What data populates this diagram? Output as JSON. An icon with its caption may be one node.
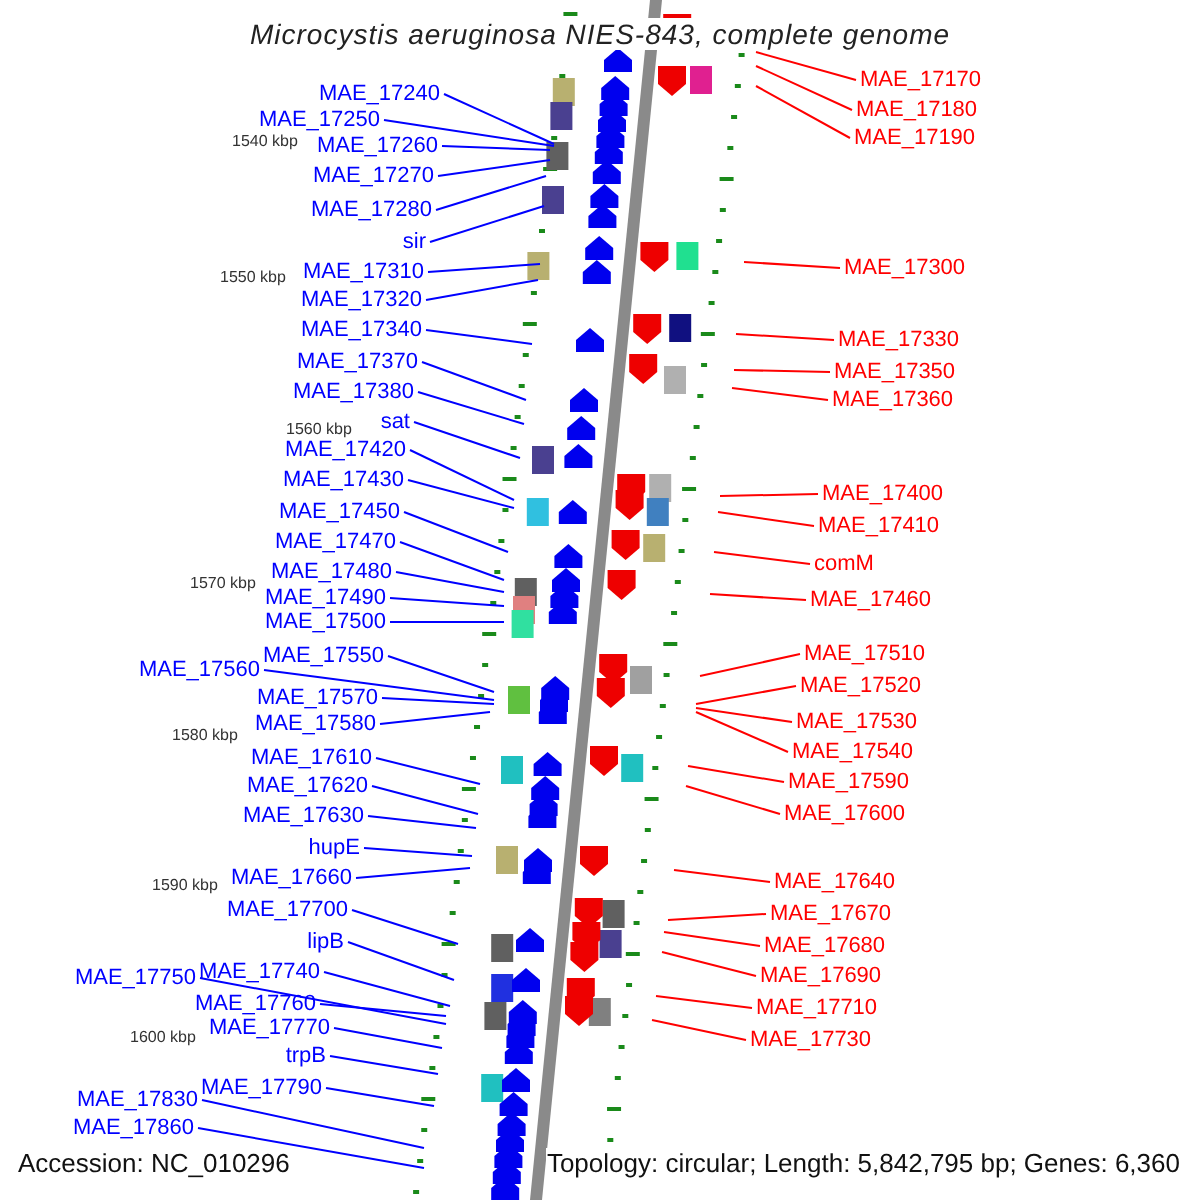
{
  "diagram": {
    "title": "Microcystis aeruginosa NIES-843, complete genome",
    "nodes": [
      {
        "text": [
          "MAE_17240"
        ]
      },
      {
        "text": [
          "MAE_17250"
        ]
      },
      {
        "text": [
          "MAE_17260"
        ]
      },
      {
        "text": [
          "MAE_17270"
        ]
      },
      {
        "text": [
          "MAE_17280"
        ]
      },
      {
        "text": [
          "sir"
        ]
      },
      {
        "text": [
          "MAE_17310"
        ]
      },
      {
        "text": [
          "MAE_17320"
        ]
      },
      {
        "text": [
          "MAE_17340"
        ]
      },
      {
        "text": [
          "MAE_17370"
        ]
      },
      {
        "text": [
          "MAE_17380"
        ]
      },
      {
        "text": [
          "sat"
        ]
      },
      {
        "text": [
          "MAE_17420"
        ]
      },
      {
        "text": [
          "MAE_17430"
        ]
      },
      {
        "text": [
          "MAE_17450"
        ]
      },
      {
        "text": [
          "MAE_17470"
        ]
      },
      {
        "text": [
          "MAE_17480"
        ]
      },
      {
        "text": [
          "MAE_17490"
        ]
      },
      {
        "text": [
          "MAE_17500"
        ]
      },
      {
        "text": [
          "MAE_17550"
        ]
      },
      {
        "text": [
          "MAE_17560"
        ]
      },
      {
        "text": [
          "MAE_17570"
        ]
      },
      {
        "text": [
          "MAE_17580"
        ]
      },
      {
        "text": [
          "MAE_17610"
        ]
      },
      {
        "text": [
          "MAE_17620"
        ]
      },
      {
        "text": [
          "MAE_17630"
        ]
      },
      {
        "text": [
          "hupE"
        ]
      },
      {
        "text": [
          "MAE_17660"
        ]
      },
      {
        "text": [
          "MAE_17700"
        ]
      },
      {
        "text": [
          "lipB"
        ]
      },
      {
        "text": [
          "MAE_17750"
        ]
      },
      {
        "text": [
          "MAE_17740"
        ]
      },
      {
        "text": [
          "MAE_17760"
        ]
      },
      {
        "text": [
          "MAE_17770"
        ]
      },
      {
        "text": [
          "trpB"
        ]
      },
      {
        "text": [
          "MAE_17790"
        ]
      },
      {
        "text": [
          "MAE_17830"
        ]
      },
      {
        "text": [
          "MAE_17860"
        ]
      },
      {
        "text": [
          "MAE_17170"
        ]
      },
      {
        "text": [
          "MAE_17180"
        ]
      },
      {
        "text": [
          "MAE_17190"
        ]
      },
      {
        "text": [
          "MAE_17300"
        ]
      },
      {
        "text": [
          "MAE_17330"
        ]
      },
      {
        "text": [
          "MAE_17350"
        ]
      },
      {
        "text": [
          "MAE_17360"
        ]
      },
      {
        "text": [
          "MAE_17400"
        ]
      },
      {
        "text": [
          "MAE_17410"
        ]
      },
      {
        "text": [
          "comM"
        ]
      },
      {
        "text": [
          "MAE_17460"
        ]
      },
      {
        "text": [
          "MAE_17510"
        ]
      },
      {
        "text": [
          "MAE_17520"
        ]
      },
      {
        "text": [
          "MAE_17530"
        ]
      },
      {
        "text": [
          "MAE_17540"
        ]
      },
      {
        "text": [
          "MAE_17590"
        ]
      },
      {
        "text": [
          "MAE_17600"
        ]
      },
      {
        "text": [
          "MAE_17640"
        ]
      },
      {
        "text": [
          "MAE_17670"
        ]
      },
      {
        "text": [
          "MAE_17680"
        ]
      },
      {
        "text": [
          "MAE_17690"
        ]
      },
      {
        "text": [
          "MAE_17710"
        ]
      },
      {
        "text": [
          "MAE_17730"
        ]
      }
    ],
    "edges": [
      {
        "from": 0,
        "to": null,
        "arrow": "none"
      },
      {
        "from": 1,
        "to": null,
        "arrow": "none"
      },
      {
        "from": 2,
        "to": null,
        "arrow": "none"
      },
      {
        "from": 3,
        "to": null,
        "arrow": "none"
      },
      {
        "from": 4,
        "to": null,
        "arrow": "none"
      },
      {
        "from": 5,
        "to": null,
        "arrow": "none"
      },
      {
        "from": 6,
        "to": null,
        "arrow": "none"
      },
      {
        "from": 7,
        "to": null,
        "arrow": "none"
      },
      {
        "from": 8,
        "to": null,
        "arrow": "none"
      },
      {
        "from": 9,
        "to": null,
        "arrow": "none"
      },
      {
        "from": 10,
        "to": null,
        "arrow": "none"
      },
      {
        "from": 11,
        "to": null,
        "arrow": "none"
      },
      {
        "from": 12,
        "to": null,
        "arrow": "none"
      },
      {
        "from": 13,
        "to": null,
        "arrow": "none"
      },
      {
        "from": 14,
        "to": null,
        "arrow": "none"
      },
      {
        "from": 15,
        "to": null,
        "arrow": "none"
      },
      {
        "from": 16,
        "to": null,
        "arrow": "none"
      },
      {
        "from": 17,
        "to": null,
        "arrow": "none"
      },
      {
        "from": 18,
        "to": null,
        "arrow": "none"
      },
      {
        "from": 19,
        "to": null,
        "arrow": "none"
      },
      {
        "from": 20,
        "to": null,
        "arrow": "none"
      },
      {
        "from": 21,
        "to": null,
        "arrow": "none"
      },
      {
        "from": 22,
        "to": null,
        "arrow": "none"
      },
      {
        "from": 23,
        "to": null,
        "arrow": "none"
      },
      {
        "from": 24,
        "to": null,
        "arrow": "none"
      },
      {
        "from": 25,
        "to": null,
        "arrow": "none"
      },
      {
        "from": 26,
        "to": null,
        "arrow": "none"
      },
      {
        "from": 27,
        "to": null,
        "arrow": "none"
      },
      {
        "from": 28,
        "to": null,
        "arrow": "none"
      },
      {
        "from": 29,
        "to": null,
        "arrow": "none"
      },
      {
        "from": 30,
        "to": null,
        "arrow": "none"
      },
      {
        "from": 31,
        "to": null,
        "arrow": "none"
      },
      {
        "from": 32,
        "to": null,
        "arrow": "none"
      },
      {
        "from": 33,
        "to": null,
        "arrow": "none"
      },
      {
        "from": 34,
        "to": null,
        "arrow": "none"
      },
      {
        "from": 35,
        "to": null,
        "arrow": "none"
      },
      {
        "from": 36,
        "to": null,
        "arrow": "none"
      },
      {
        "from": 37,
        "to": null,
        "arrow": "none"
      },
      {
        "from": 38,
        "to": null,
        "arrow": "none",
        "color": "#ff0000"
      },
      {
        "from": 39,
        "to": null,
        "arrow": "none",
        "color": "#ff0000"
      },
      {
        "from": 40,
        "to": null,
        "arrow": "none",
        "color": "#ff0000"
      },
      {
        "from": 41,
        "to": null,
        "arrow": "none",
        "color": "#ff0000"
      },
      {
        "from": 42,
        "to": null,
        "arrow": "none",
        "color": "#ff0000"
      },
      {
        "from": 43,
        "to": null,
        "arrow": "none",
        "color": "#ff0000"
      },
      {
        "from": 44,
        "to": null,
        "arrow": "none",
        "color": "#ff0000"
      },
      {
        "from": 45,
        "to": null,
        "arrow": "none",
        "color": "#ff0000"
      },
      {
        "from": 46,
        "to": null,
        "arrow": "none",
        "color": "#ff0000"
      },
      {
        "from": 47,
        "to": null,
        "arrow": "none",
        "color": "#ff0000"
      },
      {
        "from": 48,
        "to": null,
        "arrow": "none",
        "color": "#ff0000"
      },
      {
        "from": 49,
        "to": null,
        "arrow": "none",
        "color": "#ff0000"
      },
      {
        "from": 50,
        "to": null,
        "arrow": "none",
        "color": "#ff0000"
      },
      {
        "from": 51,
        "to": null,
        "arrow": "none",
        "color": "#ff0000"
      },
      {
        "from": 52,
        "to": null,
        "arrow": "none",
        "color": "#ff0000"
      },
      {
        "from": 53,
        "to": null,
        "arrow": "none",
        "color": "#ff0000"
      },
      {
        "from": 54,
        "to": null,
        "arrow": "none",
        "color": "#ff0000"
      },
      {
        "from": 55,
        "to": null,
        "arrow": "none",
        "color": "#ff0000"
      },
      {
        "from": 56,
        "to": null,
        "arrow": "none",
        "color": "#ff0000"
      },
      {
        "from": 57,
        "to": null,
        "arrow": "none",
        "color": "#ff0000"
      },
      {
        "from": 58,
        "to": null,
        "arrow": "none",
        "color": "#ff0000"
      },
      {
        "from": 59,
        "to": null,
        "arrow": "none",
        "color": "#ff0000"
      },
      {
        "from": 60,
        "to": null,
        "arrow": "none",
        "color": "#ff0000"
      }
    ],
    "labels": [
      "1540 kbp",
      "1550 kbp",
      "1560 kbp",
      "1570 kbp",
      "1580 kbp",
      "1590 kbp",
      "1600 kbp",
      "Accession: NC_010296",
      "Topology: circular; Length: 5,842,795 bp; Genes: 6,360"
    ]
  }
}
